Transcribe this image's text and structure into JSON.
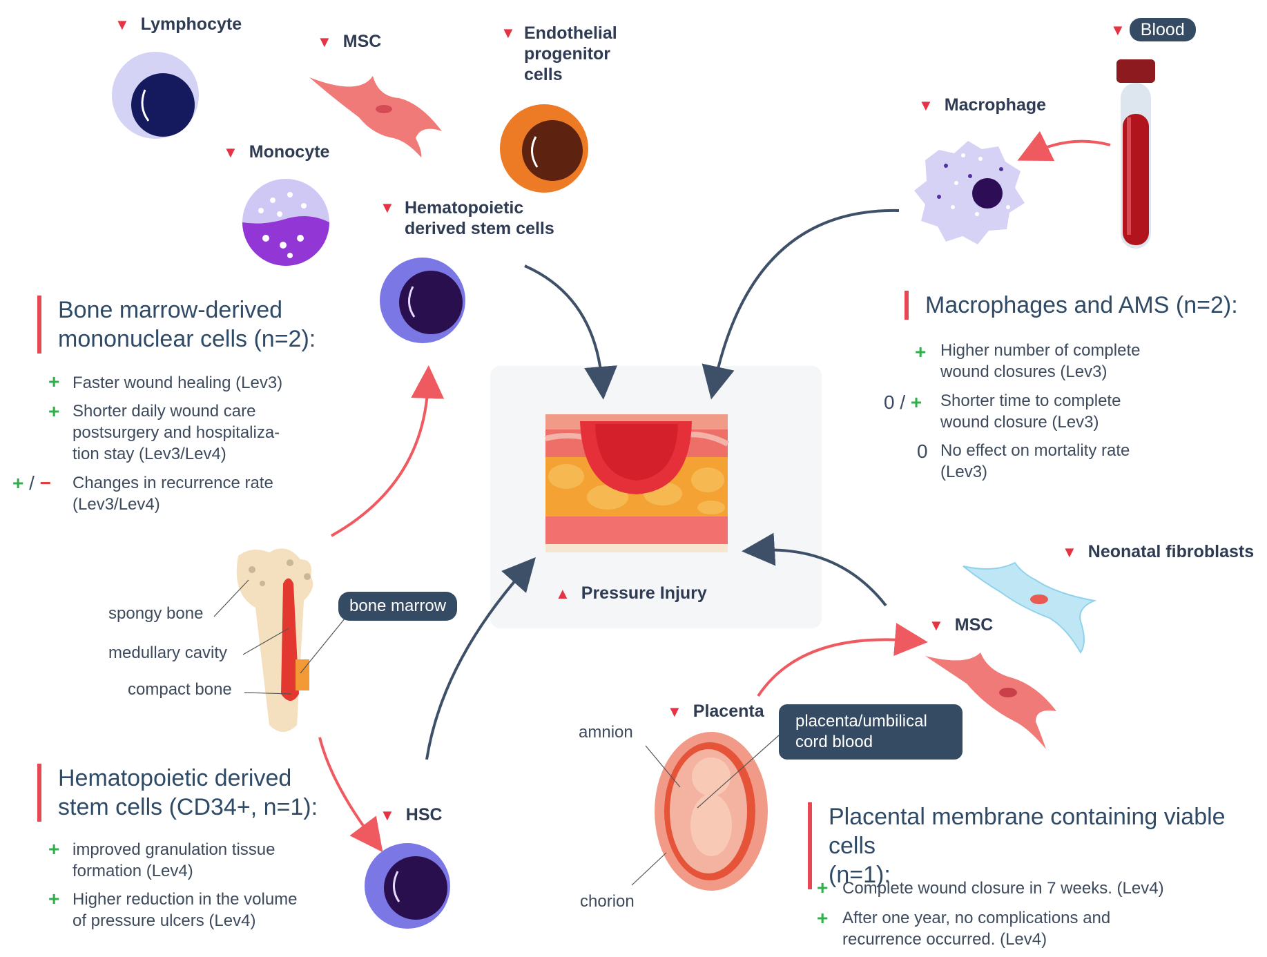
{
  "cells": {
    "lymphocyte": "Lymphocyte",
    "msc_top": "MSC",
    "endothelial": [
      "Endothelial",
      "progenitor",
      "cells"
    ],
    "monocyte": "Monocyte",
    "hematopoietic": [
      "Hematopoietic",
      "derived stem cells"
    ],
    "blood": "Blood",
    "macrophage": "Macrophage",
    "neonatal_fibroblasts": "Neonatal fibroblasts",
    "msc_right": "MSC",
    "placenta": "Placenta",
    "hsc": "HSC",
    "pressure_injury": "Pressure Injury"
  },
  "bone": {
    "spongy": "spongy bone",
    "medullary": "medullary cavity",
    "compact": "compact bone",
    "marrow_tag": "bone marrow"
  },
  "placenta_labels": {
    "amnion": "amnion",
    "chorion": "chorion",
    "tag": [
      "placenta/umbilical",
      "cord blood"
    ]
  },
  "sections": {
    "bmmc": {
      "title": [
        "Bone marrow-derived",
        "mononuclear cells (n=2):"
      ],
      "items": [
        [
          "Faster wound healing (Lev3)"
        ],
        [
          "Shorter daily wound care",
          "postsurgery and hospitaliza-",
          "tion stay (Lev3/Lev4)"
        ],
        [
          "Changes in recurrence rate",
          "(Lev3/Lev4)"
        ]
      ]
    },
    "hsc": {
      "title": [
        "Hematopoietic derived",
        "stem cells (CD34+, n=1):"
      ],
      "items": [
        [
          "improved granulation tissue",
          "formation (Lev4)"
        ],
        [
          "Higher reduction in the volume",
          "of pressure ulcers (Lev4)"
        ]
      ]
    },
    "macro": {
      "title": [
        "Macrophages and AMS (n=2):"
      ],
      "items": [
        [
          "Higher number of complete",
          "wound closures (Lev3)"
        ],
        [
          "Shorter time to complete",
          "wound closure (Lev3)"
        ],
        [
          "No  effect on mortality rate",
          "(Lev3)"
        ]
      ]
    },
    "placental": {
      "title": [
        "Placental membrane containing viable cells",
        "(n=1):"
      ],
      "items": [
        [
          "Complete wound closure in 7 weeks. (Lev4)"
        ],
        [
          "After one year, no complications and",
          "recurrence occurred. (Lev4)"
        ]
      ]
    }
  },
  "symbols": {
    "plus": "+",
    "minus": "−",
    "slash": "/",
    "zero": "0"
  },
  "colors": {
    "accent_red": "#e54850",
    "navy": "#354a63",
    "positive_green": "#2fb04a"
  }
}
